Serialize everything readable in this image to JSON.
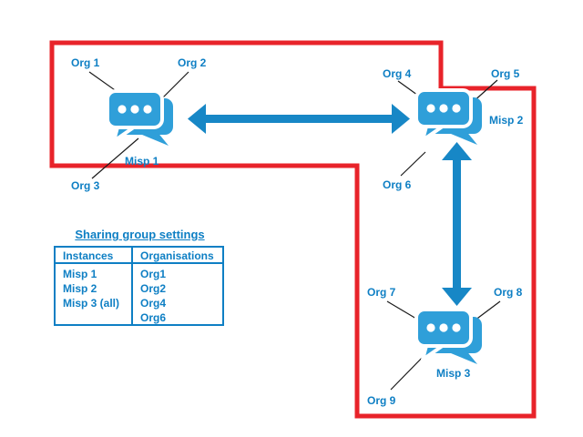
{
  "colors": {
    "red": "#e8232a",
    "arrow_blue": "#1787c6",
    "icon_blue": "#2f9fd9",
    "text_blue": "#0e7fc4",
    "line_black": "#1a1a1a"
  },
  "diagram": {
    "instances": [
      {
        "id": "misp1",
        "label": "Misp 1",
        "orgs": [
          "Org 1",
          "Org 2",
          "Org 3"
        ]
      },
      {
        "id": "misp2",
        "label": "Misp 2",
        "orgs": [
          "Org 4",
          "Org 5",
          "Org 6"
        ]
      },
      {
        "id": "misp3",
        "label": "Misp 3",
        "orgs": [
          "Org 7",
          "Org 8",
          "Org 9"
        ]
      }
    ],
    "links": [
      {
        "from": "Misp 1",
        "to": "Misp 2",
        "bidirectional": true
      },
      {
        "from": "Misp 2",
        "to": "Misp 3",
        "bidirectional": true
      }
    ],
    "boundary": "red sharing-group outline enclosing Misp 1, Misp 2 and Misp 3",
    "labels": {
      "org1": "Org 1",
      "org2": "Org 2",
      "org3": "Org 3",
      "org4": "Org 4",
      "org5": "Org 5",
      "org6": "Org 6",
      "org7": "Org 7",
      "org8": "Org 8",
      "org9": "Org 9",
      "misp1": "Misp 1",
      "misp2": "Misp 2",
      "misp3": "Misp 3"
    }
  },
  "sharing_table": {
    "title": "Sharing group settings",
    "columns": [
      "Instances",
      "Organisations"
    ],
    "rows": [
      {
        "instance": "Misp 1",
        "organisation": "Org1"
      },
      {
        "instance": "Misp 2",
        "organisation": "Org2"
      },
      {
        "instance": "Misp 3 (all)",
        "organisation": "Org4"
      },
      {
        "instance": "",
        "organisation": "Org6"
      }
    ]
  }
}
